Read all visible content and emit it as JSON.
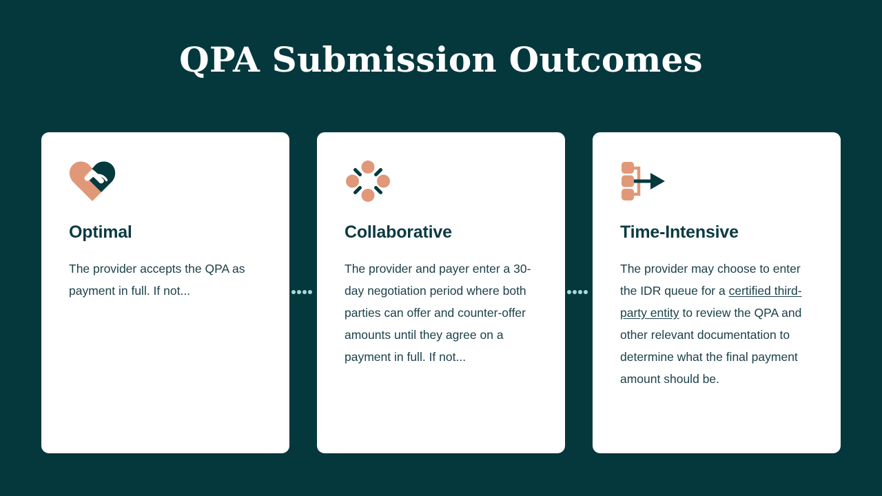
{
  "slide": {
    "title": "QPA Submission Outcomes",
    "background_color": "#04383d",
    "accent_salmon": "#e09878",
    "accent_dark_teal": "#04393e",
    "card_background": "#ffffff",
    "connector_dot_color": "#a4dbd6"
  },
  "cards": [
    {
      "icon_name": "heart-handshake-icon",
      "title": "Optimal",
      "body": "The provider accepts the QPA as payment in full. If not..."
    },
    {
      "icon_name": "negotiation-cycle-icon",
      "title": "Collaborative",
      "body": "The provider and payer enter a 30-day negotiation period where both parties can offer and counter-offer amounts until they agree on a payment in full. If not..."
    },
    {
      "icon_name": "queue-arrow-icon",
      "title": "Time-Intensive",
      "body_before": "The provider may choose to enter the IDR queue for a ",
      "body_link": "certified third-party entity",
      "body_after": " to review the QPA and other relevant documentation to determine what the final payment amount should be."
    }
  ],
  "connectors": [
    {
      "name": "connector-card1-card2",
      "dot_count": 4
    },
    {
      "name": "connector-card2-card3",
      "dot_count": 4
    }
  ]
}
